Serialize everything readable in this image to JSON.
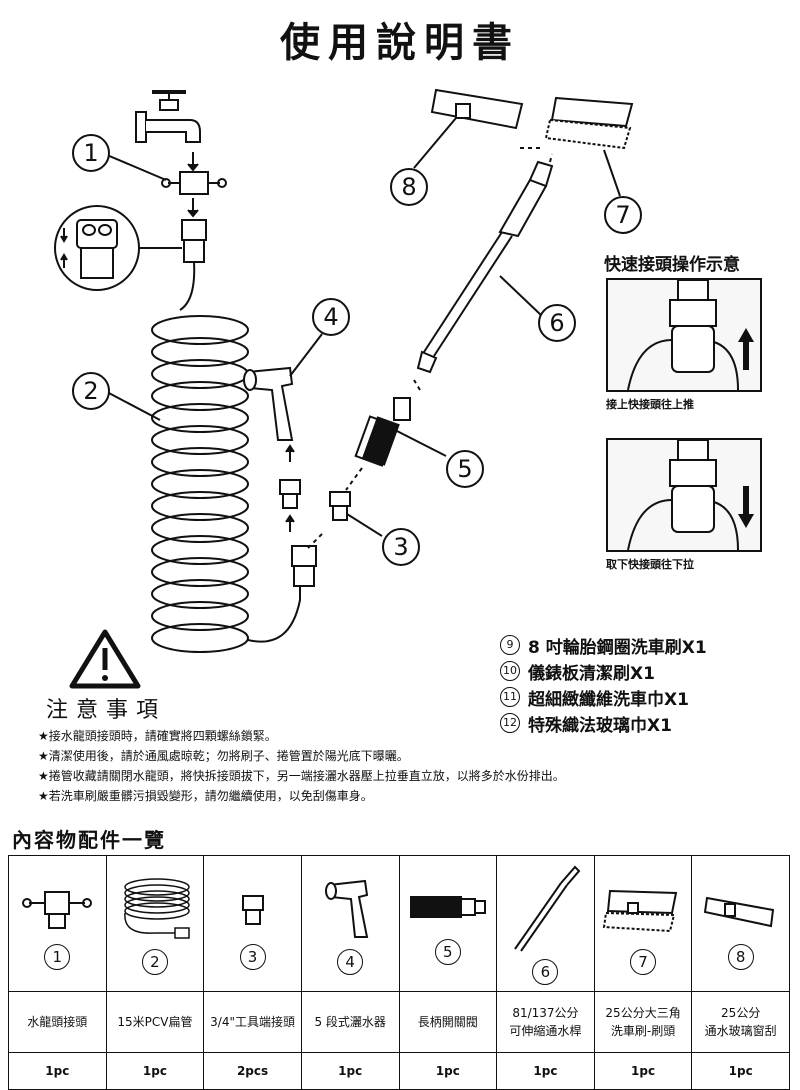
{
  "title": "使用說明書",
  "callouts": [
    "1",
    "2",
    "3",
    "4",
    "5",
    "6",
    "7",
    "8"
  ],
  "quick_connect": {
    "title": "快速接頭操作示意",
    "push_caption": "接上快接頭往上推",
    "pull_caption": "取下快接頭往下拉"
  },
  "accessories": [
    {
      "num": "9",
      "text": "8 吋輪胎鋼圈洗車刷X1"
    },
    {
      "num": "10",
      "text": "儀錶板清潔刷X1"
    },
    {
      "num": "11",
      "text": "超細緻纖維洗車巾X1"
    },
    {
      "num": "12",
      "text": "特殊織法玻璃巾X1"
    }
  ],
  "notice": {
    "title": "注意事項",
    "items": [
      "★接水龍頭接頭時，請確實將四顆螺絲鎖緊。",
      "★清潔使用後，請於通風處晾乾；勿將刷子、捲管置於陽光底下曝曬。",
      "★捲管收藏請關閉水龍頭，將快拆接頭拔下，另一端接灑水器壓上拉垂直立放，以將多於水份排出。",
      "★若洗車刷嚴重髒污損毀變形，請勿繼續使用，以免刮傷車身。"
    ]
  },
  "contents_title": "內容物配件一覽",
  "parts": [
    {
      "num": "1",
      "name": "水龍頭接頭",
      "qty": "1pc",
      "icon": "faucet-connector-icon"
    },
    {
      "num": "2",
      "name": "15米PCV扁管",
      "qty": "1pc",
      "icon": "coiled-hose-icon"
    },
    {
      "num": "3",
      "name": "3/4\"工具端接頭",
      "qty": "2pcs",
      "icon": "tool-connector-icon"
    },
    {
      "num": "4",
      "name": "5 段式灑水器",
      "qty": "1pc",
      "icon": "spray-nozzle-icon"
    },
    {
      "num": "5",
      "name": "長柄開關閥",
      "qty": "1pc",
      "icon": "valve-handle-icon"
    },
    {
      "num": "6",
      "name": "81/137公分\n可伸縮通水桿",
      "qty": "1pc",
      "icon": "telescopic-pole-icon"
    },
    {
      "num": "7",
      "name": "25公分大三角\n洗車刷-刷頭",
      "qty": "1pc",
      "icon": "brush-head-icon"
    },
    {
      "num": "8",
      "name": "25公分\n通水玻璃窗刮",
      "qty": "1pc",
      "icon": "squeegee-icon"
    }
  ]
}
